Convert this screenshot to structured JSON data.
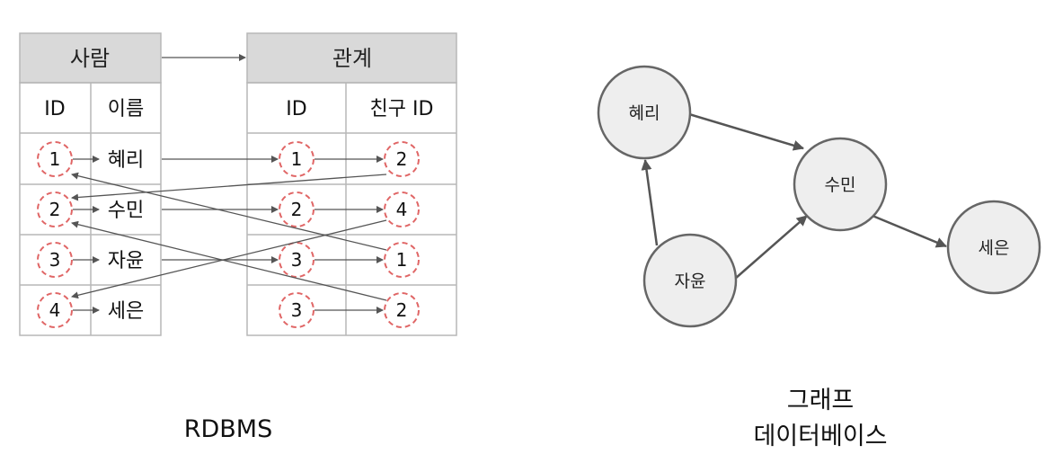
{
  "rdbms": {
    "person_table": {
      "title": "사람",
      "headers": [
        "ID",
        "이름"
      ],
      "rows": [
        {
          "id": "1",
          "name": "혜리"
        },
        {
          "id": "2",
          "name": "수민"
        },
        {
          "id": "3",
          "name": "자윤"
        },
        {
          "id": "4",
          "name": "세은"
        }
      ]
    },
    "relation_table": {
      "title": "관계",
      "headers": [
        "ID",
        "친구 ID"
      ],
      "rows": [
        {
          "id": "1",
          "friend_id": "2"
        },
        {
          "id": "2",
          "friend_id": "4"
        },
        {
          "id": "3",
          "friend_id": "1"
        },
        {
          "id": "3",
          "friend_id": "2"
        }
      ]
    },
    "cross_links": [
      {
        "relation_row": 0,
        "person_row": 1
      },
      {
        "relation_row": 1,
        "person_row": 3
      },
      {
        "relation_row": 2,
        "person_row": 0
      },
      {
        "relation_row": 3,
        "person_row": 1
      }
    ],
    "caption": "RDBMS"
  },
  "graph": {
    "nodes": [
      {
        "key": "hyeri",
        "label": "혜리"
      },
      {
        "key": "sumin",
        "label": "수민"
      },
      {
        "key": "jayun",
        "label": "자윤"
      },
      {
        "key": "seeun",
        "label": "세은"
      }
    ],
    "edges": [
      {
        "from": "hyeri",
        "to": "sumin"
      },
      {
        "from": "jayun",
        "to": "hyeri"
      },
      {
        "from": "jayun",
        "to": "sumin"
      },
      {
        "from": "sumin",
        "to": "seeun"
      }
    ],
    "caption_lines": [
      "그래프",
      "데이터베이스"
    ]
  },
  "colors": {
    "header_fill": "#d9d9d9",
    "grid_line": "#b7b7b7",
    "arrow": "#555555",
    "dashed_circle": "#e06666",
    "node_fill": "#eeeeee",
    "node_stroke": "#666666"
  }
}
